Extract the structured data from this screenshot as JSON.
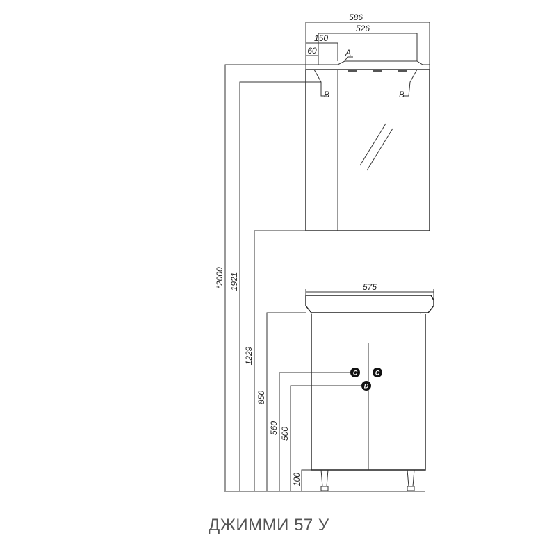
{
  "title": "ДЖИММИ 57 У",
  "dimensions": {
    "total_width": "586",
    "mirror_width": "526",
    "shelf_offset": "150",
    "shelf_depth": "60",
    "basin_width": "575",
    "total_height": "*2000",
    "mirror_top_height": "1921",
    "mirror_bottom_height": "1229",
    "basin_height": "850",
    "outlet_c_height": "560",
    "outlet_d_height": "500",
    "leg_height": "100"
  },
  "markers": {
    "a": "A",
    "b_left": "B",
    "b_right": "B",
    "c_left": "C",
    "c_right": "C",
    "d": "D"
  }
}
